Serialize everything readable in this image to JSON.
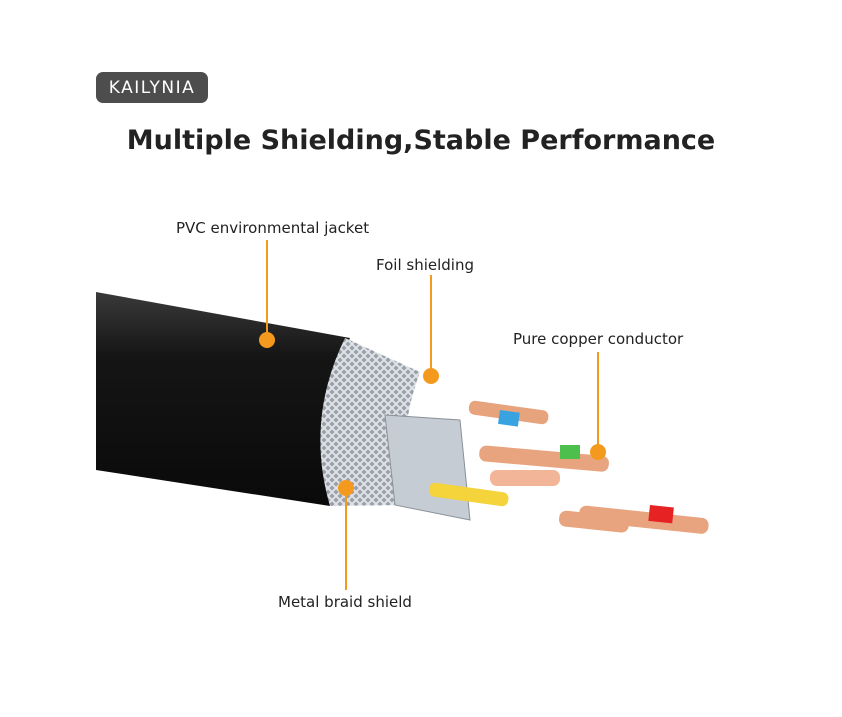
{
  "brand": "KAILYNIA",
  "title": "Multiple Shielding,Stable Performance",
  "labels": {
    "jacket": "PVC environmental jacket",
    "foil": "Foil shielding",
    "conductor": "Pure copper conductor",
    "braid": "Metal braid shield"
  },
  "colors": {
    "accent": "#f39a1e",
    "logo_bg": "#4d4d4d"
  }
}
